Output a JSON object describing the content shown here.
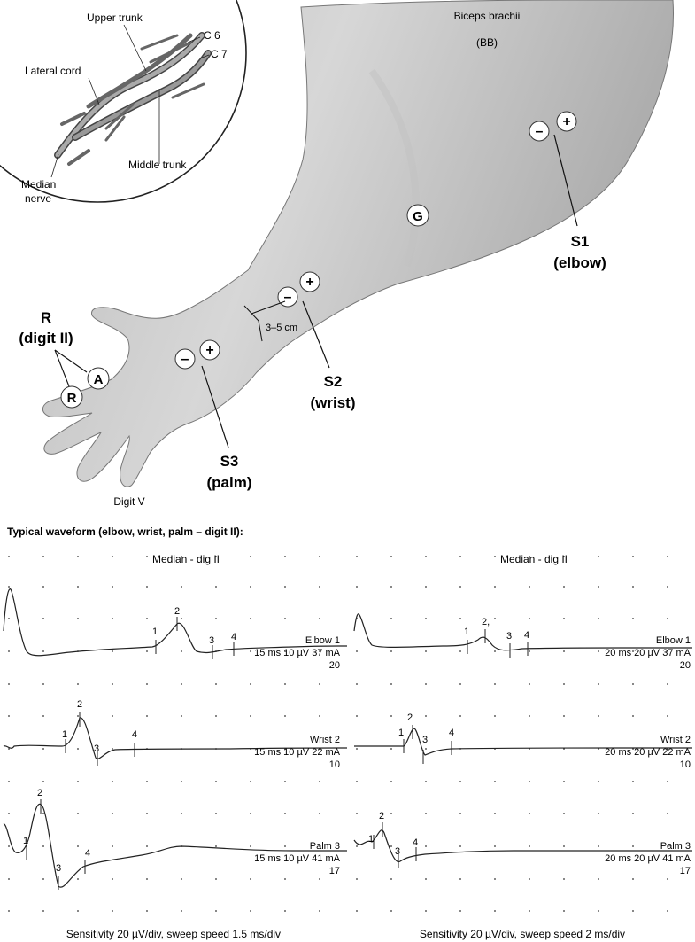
{
  "inset": {
    "labels": {
      "upper_trunk": "Upper trunk",
      "c6": "C 6",
      "c7": "C 7",
      "lateral_cord": "Lateral cord",
      "middle_trunk": "Middle trunk",
      "median_nerve_1": "Median",
      "median_nerve_2": "nerve"
    }
  },
  "arm": {
    "biceps_1": "Biceps brachii",
    "biceps_2": "(BB)",
    "ground": "G",
    "s1_name": "S1",
    "s1_site": "(elbow)",
    "s2_name": "S2",
    "s2_site": "(wrist)",
    "s3_name": "S3",
    "s3_site": "(palm)",
    "recording_name": "R",
    "recording_site": "(digit II)",
    "active": "A",
    "reference": "R",
    "distance": "3–5 cm",
    "digit_v": "Digit V",
    "minus": "–",
    "plus": "+"
  },
  "section_title": "Typical waveform (elbow, wrist, palm – digit II):",
  "panels": [
    {
      "title": "Median - dig II",
      "footer": "Sensitivity 20 µV/div, sweep speed 1.5 ms/div",
      "traces": [
        {
          "name": "Elbow 1",
          "settings": "15 ms 10 µV 37 mA",
          "count": "20"
        },
        {
          "name": "Wrist 2",
          "settings": "15 ms 10 µV 22 mA",
          "count": "10"
        },
        {
          "name": "Palm 3",
          "settings": "15 ms 10 µV 41 mA",
          "count": "17"
        }
      ]
    },
    {
      "title": "Median - dig II",
      "footer": "Sensitivity 20 µV/div, sweep speed 2 ms/div",
      "traces": [
        {
          "name": "Elbow 1",
          "settings": "20 ms 20 µV 37 mA",
          "count": "20"
        },
        {
          "name": "Wrist 2",
          "settings": "20 ms 20 µV 22 mA",
          "count": "10"
        },
        {
          "name": "Palm 3",
          "settings": "20 ms 20 µV 41 mA",
          "count": "17"
        }
      ]
    }
  ],
  "markers": [
    "1",
    "2",
    "3",
    "4"
  ],
  "marker_2_alt": "2,"
}
